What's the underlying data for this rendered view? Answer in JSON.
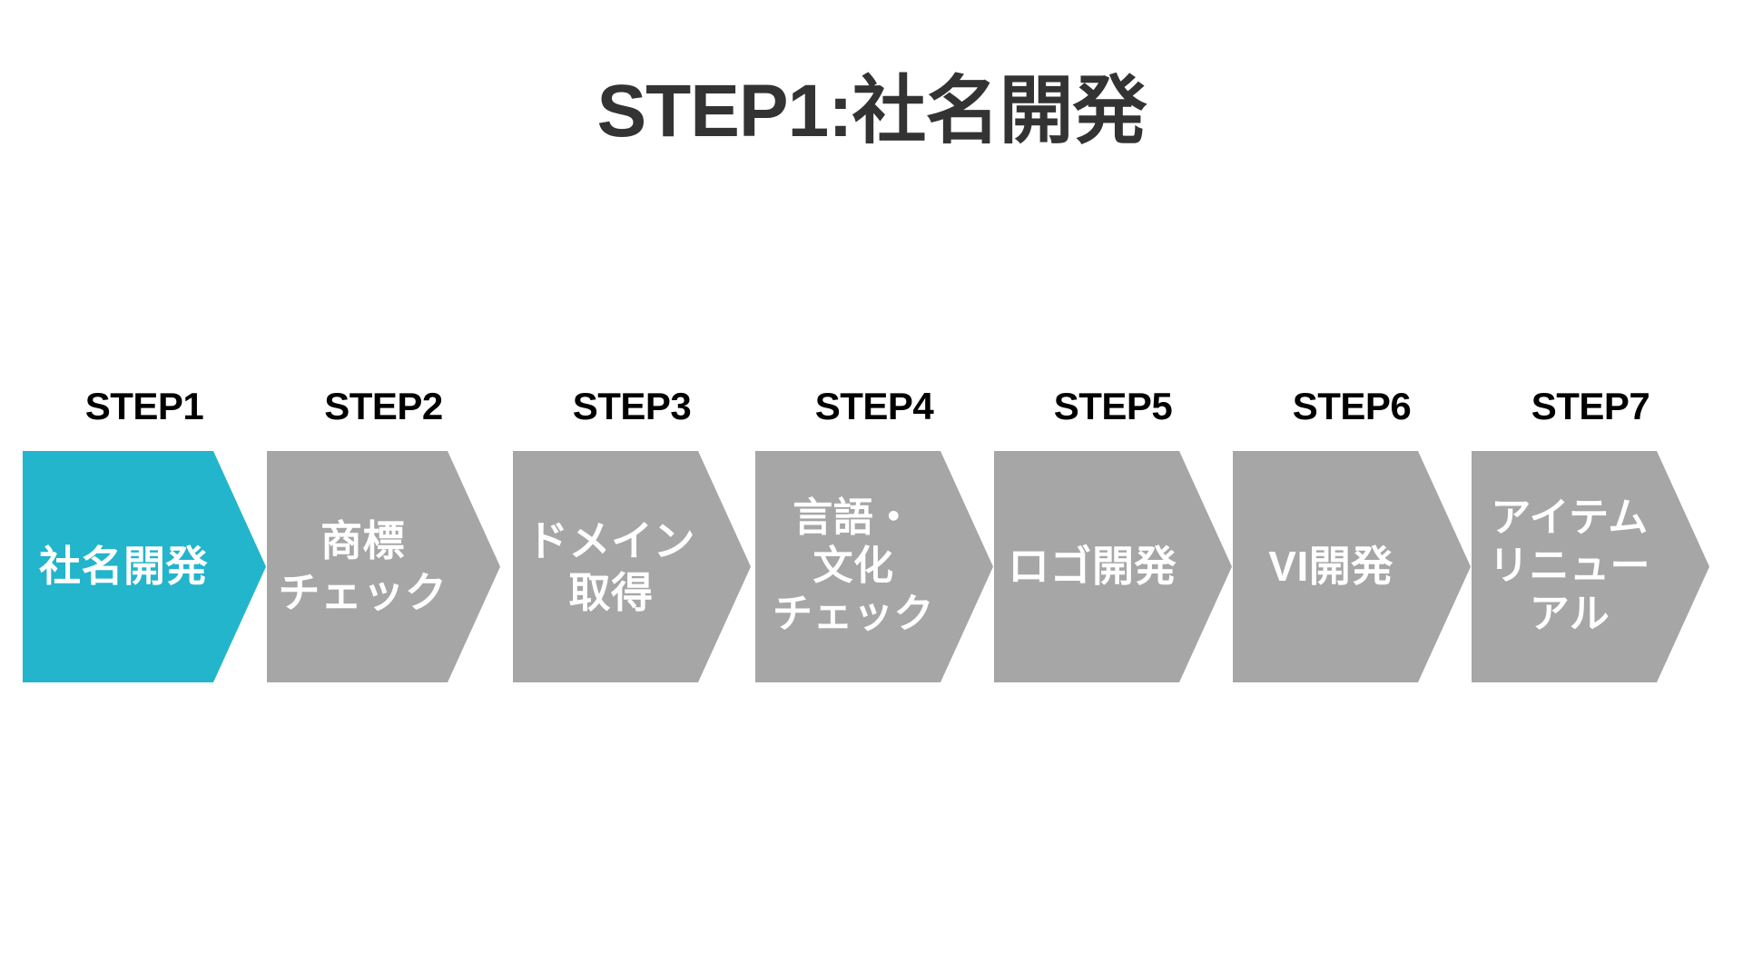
{
  "slide": {
    "title": "STEP1:社名開発",
    "background_color": "#ffffff",
    "title_color": "#333333"
  },
  "colors": {
    "active": "#22b5cb",
    "inactive": "#a6a6a6",
    "chevron_text": "#ffffff",
    "step_label": "#000000"
  },
  "flow": {
    "current_step": 1,
    "steps": [
      {
        "label": "STEP1",
        "text": "社名開発",
        "lines": 1,
        "state": "active"
      },
      {
        "label": "STEP2",
        "text": "商標\nチェック",
        "lines": 2,
        "state": "inactive"
      },
      {
        "label": "STEP3",
        "text": "ドメイン\n取得",
        "lines": 2,
        "state": "inactive"
      },
      {
        "label": "STEP4",
        "text": "言語・\n文化\nチェック",
        "lines": 3,
        "state": "inactive"
      },
      {
        "label": "STEP5",
        "text": "ロゴ開発",
        "lines": 1,
        "state": "inactive"
      },
      {
        "label": "STEP6",
        "text": "VI開発",
        "lines": 1,
        "state": "inactive"
      },
      {
        "label": "STEP7",
        "text": "アイテム\nリニュー\nアル",
        "lines": 3,
        "state": "inactive"
      }
    ]
  }
}
